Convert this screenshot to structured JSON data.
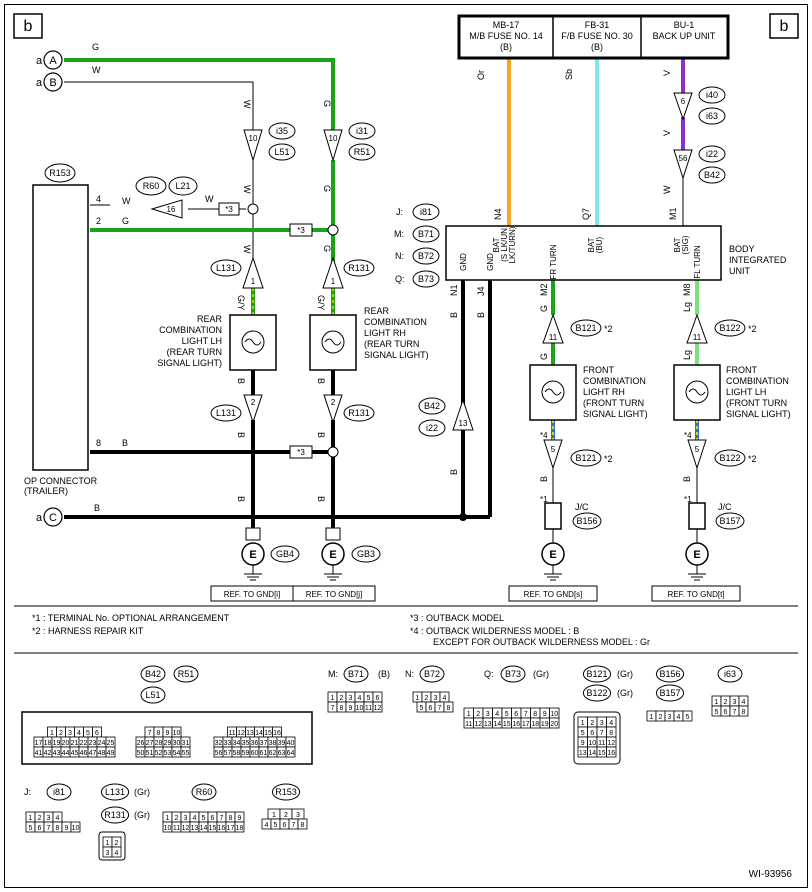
{
  "page_marker": "b",
  "diagram_id": "WI-93956",
  "port_labels": {
    "a": "a",
    "A": "A",
    "B": "B",
    "C": "C"
  },
  "fuse_boxes": [
    {
      "line1": "MB-17",
      "line2": "M/B FUSE NO. 14",
      "line3": "(B)"
    },
    {
      "line1": "FB-31",
      "line2": "F/B FUSE NO. 30",
      "line3": "(B)"
    },
    {
      "line1": "BU-1",
      "line2": "BACK UP UNIT",
      "line3": ""
    }
  ],
  "wire_colors": {
    "G": "G",
    "W": "W",
    "B": "B",
    "Or": "Or",
    "Sb": "Sb",
    "V": "V",
    "GY": "G/Y",
    "Lg": "Lg"
  },
  "colors": {
    "green": "#19a319",
    "orange": "#f5a623",
    "skyblue": "#7fe5ee",
    "violet": "#8b2fc9",
    "black": "#000000",
    "yellow": "#e8d21c",
    "blue": "#2d6cd3"
  },
  "connectors": {
    "R153": "R153",
    "R60": "R60",
    "L21": "L21",
    "i35": "i35",
    "L51": "L51",
    "i31": "i31",
    "R51": "R51",
    "L131": "L131",
    "R131": "R131",
    "i81": "i81",
    "B71": "B71",
    "B72": "B72",
    "B73": "B73",
    "i40": "i40",
    "i63": "i63",
    "i22": "i22",
    "B42": "B42",
    "B121": "B121",
    "B122": "B122",
    "B156": "B156",
    "B157": "B157",
    "GB4": "GB4",
    "GB3": "GB3"
  },
  "pins": {
    "p4": "4",
    "p2": "2",
    "p8": "8",
    "p16": "16",
    "p10": "10",
    "p1": "1",
    "p13": "13",
    "p6": "6",
    "p56": "56",
    "p11": "11",
    "p5": "5"
  },
  "star": {
    "s1": "*1",
    "s2": "*2",
    "s3": "*3",
    "s4": "*4"
  },
  "bcm_prefix": {
    "J": "J:",
    "M": "M:",
    "N": "N:",
    "Q": "Q:"
  },
  "bcm_terminals": {
    "N4": "N4",
    "Q7": "Q7",
    "M1": "M1",
    "N1": "N1",
    "J4": "J4",
    "M2": "M2",
    "M8": "M8"
  },
  "bcm_pins": {
    "bat_sig_a": "BAT",
    "bat_sig_a2": "(S LK/UN",
    "bat_sig_a3": "LK/TURN)",
    "bat_bu": "BAT",
    "bat_bu2": "(BU)",
    "bat_sig": "BAT",
    "bat_sig2": "(SIG)",
    "gnd1": "GND",
    "gnd2": "GND",
    "fr_turn": "FR TURN",
    "fl_turn": "FL TURN"
  },
  "bcm_label": [
    "BODY",
    "INTEGRATED",
    "UNIT"
  ],
  "components": {
    "rear_lh": [
      "REAR",
      "COMBINATION",
      "LIGHT LH",
      "(REAR TURN",
      "SIGNAL LIGHT)"
    ],
    "rear_rh": [
      "REAR",
      "COMBINATION",
      "LIGHT RH",
      "(REAR TURN",
      " SIGNAL LIGHT)"
    ],
    "front_rh": [
      "FRONT",
      "COMBINATION",
      "LIGHT RH",
      "(FRONT TURN",
      " SIGNAL LIGHT)"
    ],
    "front_lh": [
      "FRONT",
      "COMBINATION",
      "LIGHT LH",
      "(FRONT TURN",
      " SIGNAL LIGHT)"
    ],
    "op_connector": [
      "OP CONNECTOR",
      "(TRAILER)"
    ],
    "jc": "J/C",
    "ground": "E"
  },
  "ref_gnd": [
    "REF. TO GND[i]",
    "REF. TO GND[j]",
    "REF. TO GND[s]",
    "REF. TO GND[t]"
  ],
  "notes": {
    "n1": "*1  : TERMINAL No. OPTIONAL ARRANGEMENT",
    "n2": "*2  : HARNESS REPAIR KIT",
    "n3": "*3  : OUTBACK MODEL",
    "n4a": "*4  : OUTBACK WILDERNESS MODEL : B",
    "n4b": "EXCEPT FOR OUTBACK WILDERNESS MODEL : Gr"
  },
  "connector_views": {
    "big": {
      "labels": [
        "B42",
        "R51",
        "L51"
      ],
      "rows": [
        [
          "1",
          "2",
          "3",
          "4",
          "5",
          "6",
          "7",
          "8",
          "9",
          "10",
          "11",
          "12",
          "13",
          "14",
          "15",
          "16"
        ],
        [
          "17",
          "18",
          "19",
          "20",
          "21",
          "22",
          "23",
          "24",
          "25",
          "26",
          "27",
          "28",
          "29",
          "30",
          "31",
          "32",
          "33",
          "34",
          "35",
          "36",
          "37",
          "38",
          "39",
          "40"
        ],
        [
          "41",
          "42",
          "43",
          "44",
          "45",
          "46",
          "47",
          "48",
          "49",
          "50",
          "51",
          "52",
          "53",
          "54",
          "55",
          "56",
          "57",
          "58",
          "59",
          "60",
          "61",
          "62",
          "63",
          "64"
        ]
      ]
    },
    "M": {
      "prefix": "M:",
      "label": "B71",
      "color": "(B)",
      "rows": [
        [
          "1",
          "2",
          "3",
          "4",
          "5",
          "6"
        ],
        [
          "7",
          "8",
          "9",
          "10",
          "11",
          "12"
        ]
      ]
    },
    "N": {
      "prefix": "N:",
      "label": "B72",
      "rows": [
        [
          "1",
          "2",
          "3",
          "4"
        ],
        [
          "5",
          "6",
          "7",
          "8"
        ]
      ]
    },
    "Q": {
      "prefix": "Q:",
      "label": "B73",
      "color": "(Gr)",
      "rows": [
        [
          "1",
          "2",
          "3",
          "4",
          "5",
          "6",
          "7",
          "8",
          "9",
          "10"
        ],
        [
          "11",
          "12",
          "13",
          "14",
          "15",
          "16",
          "17",
          "18",
          "19",
          "20"
        ]
      ]
    },
    "B121": {
      "label": "B121",
      "label2": "B122",
      "color": "(Gr)",
      "color2": "(Gr)",
      "rows": [
        [
          "1",
          "2",
          "3",
          "4"
        ],
        [
          "5",
          "6",
          "7",
          "8"
        ],
        [
          "9",
          "10",
          "11",
          "12"
        ],
        [
          "13",
          "14",
          "15",
          "16"
        ]
      ]
    },
    "B156": {
      "label": "B156",
      "label2": "B157",
      "rows": [
        [
          "1",
          "2",
          "3",
          "4",
          "5"
        ]
      ]
    },
    "i63": {
      "label": "i63",
      "rows": [
        [
          "1",
          "2",
          "3",
          "4"
        ],
        [
          "5",
          "6",
          "7",
          "8"
        ]
      ]
    },
    "J": {
      "prefix": "J:",
      "label": "i81",
      "rows": [
        [
          "1",
          "2",
          "3",
          "4"
        ],
        [
          "5",
          "6",
          "7",
          "8",
          "9",
          "10"
        ]
      ]
    },
    "L131": {
      "label": "L131",
      "color": "(Gr)",
      "label2": "R131",
      "color2": "(Gr)",
      "rows": [
        [
          "1",
          "2"
        ],
        [
          "3",
          "4"
        ]
      ]
    },
    "R60": {
      "label": "R60",
      "rows": [
        [
          "1",
          "2",
          "3",
          "4",
          "5",
          "6",
          "7",
          "8",
          "9"
        ],
        [
          "10",
          "11",
          "12",
          "13",
          "14",
          "15",
          "16",
          "17",
          "18"
        ]
      ]
    },
    "R153": {
      "label": "R153",
      "rows": [
        [
          "1",
          "2",
          "3"
        ],
        [
          "4",
          "5",
          "6",
          "7",
          "8"
        ]
      ]
    }
  }
}
